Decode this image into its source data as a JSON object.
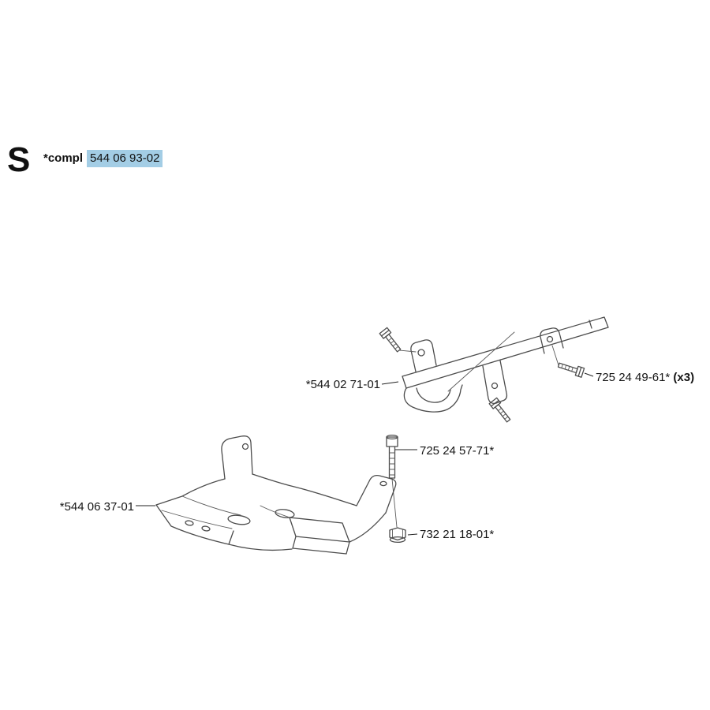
{
  "header": {
    "section_letter": "S",
    "assembly_prefix": "*compl",
    "assembly_number": "544 06 93-02"
  },
  "parts": {
    "upper_bracket": "*544 02 71-01",
    "bolt_right": "725 24 49-61*",
    "bolt_right_qty": "(x3)",
    "bolt_middle": "725 24 57-71*",
    "lower_bracket": "*544 06 37-01",
    "flange_nut": "732 21 18-01*"
  },
  "colors": {
    "highlight": "#a3cde5",
    "line": "#4c4c4c",
    "text": "#151515",
    "background": "#ffffff"
  }
}
